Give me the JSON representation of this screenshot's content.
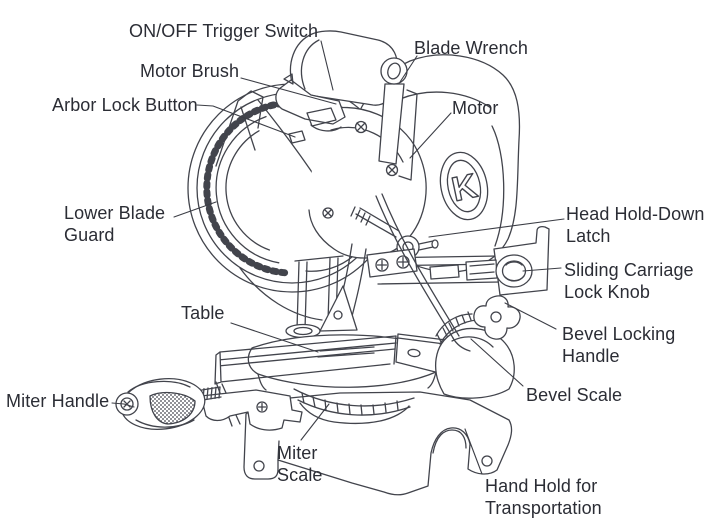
{
  "figure": {
    "type": "labeled-parts-diagram",
    "subject": "Sliding compound miter saw",
    "logo_letter": "K",
    "colors": {
      "line": "#42444c",
      "text": "#2b2d35",
      "background": "#ffffff"
    }
  },
  "parts": [
    {
      "label": "ON/OFF Trigger Switch"
    },
    {
      "label": "Motor Brush"
    },
    {
      "label": "Arbor Lock Button"
    },
    {
      "label": "Blade Wrench"
    },
    {
      "label": "Motor"
    },
    {
      "label": "Lower Blade Guard"
    },
    {
      "label": "Head Hold-Down Latch"
    },
    {
      "label": "Sliding Carriage Lock Knob"
    },
    {
      "label": "Bevel Locking Handle"
    },
    {
      "label": "Table"
    },
    {
      "label": "Bevel Scale"
    },
    {
      "label": "Miter Handle"
    },
    {
      "label": "Miter Scale"
    },
    {
      "label": "Hand Hold for Transportation"
    }
  ]
}
